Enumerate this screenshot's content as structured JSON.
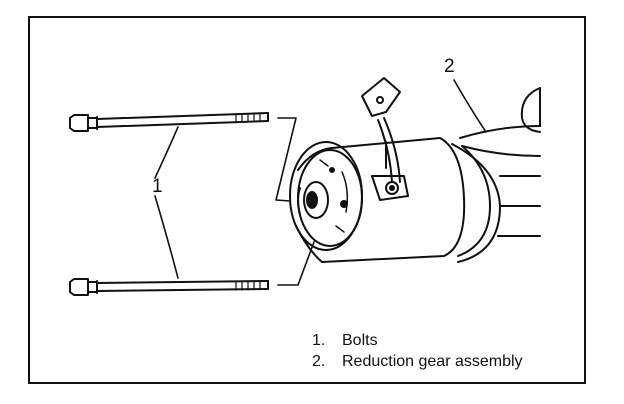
{
  "callouts": {
    "bolts_number": "1",
    "gear_number": "2"
  },
  "legend": [
    {
      "number": "1.",
      "label": "Bolts"
    },
    {
      "number": "2.",
      "label": "Reduction gear assembly"
    }
  ],
  "icons": [
    "bolt-icon",
    "starter-motor-icon",
    "reduction-gear-icon"
  ]
}
